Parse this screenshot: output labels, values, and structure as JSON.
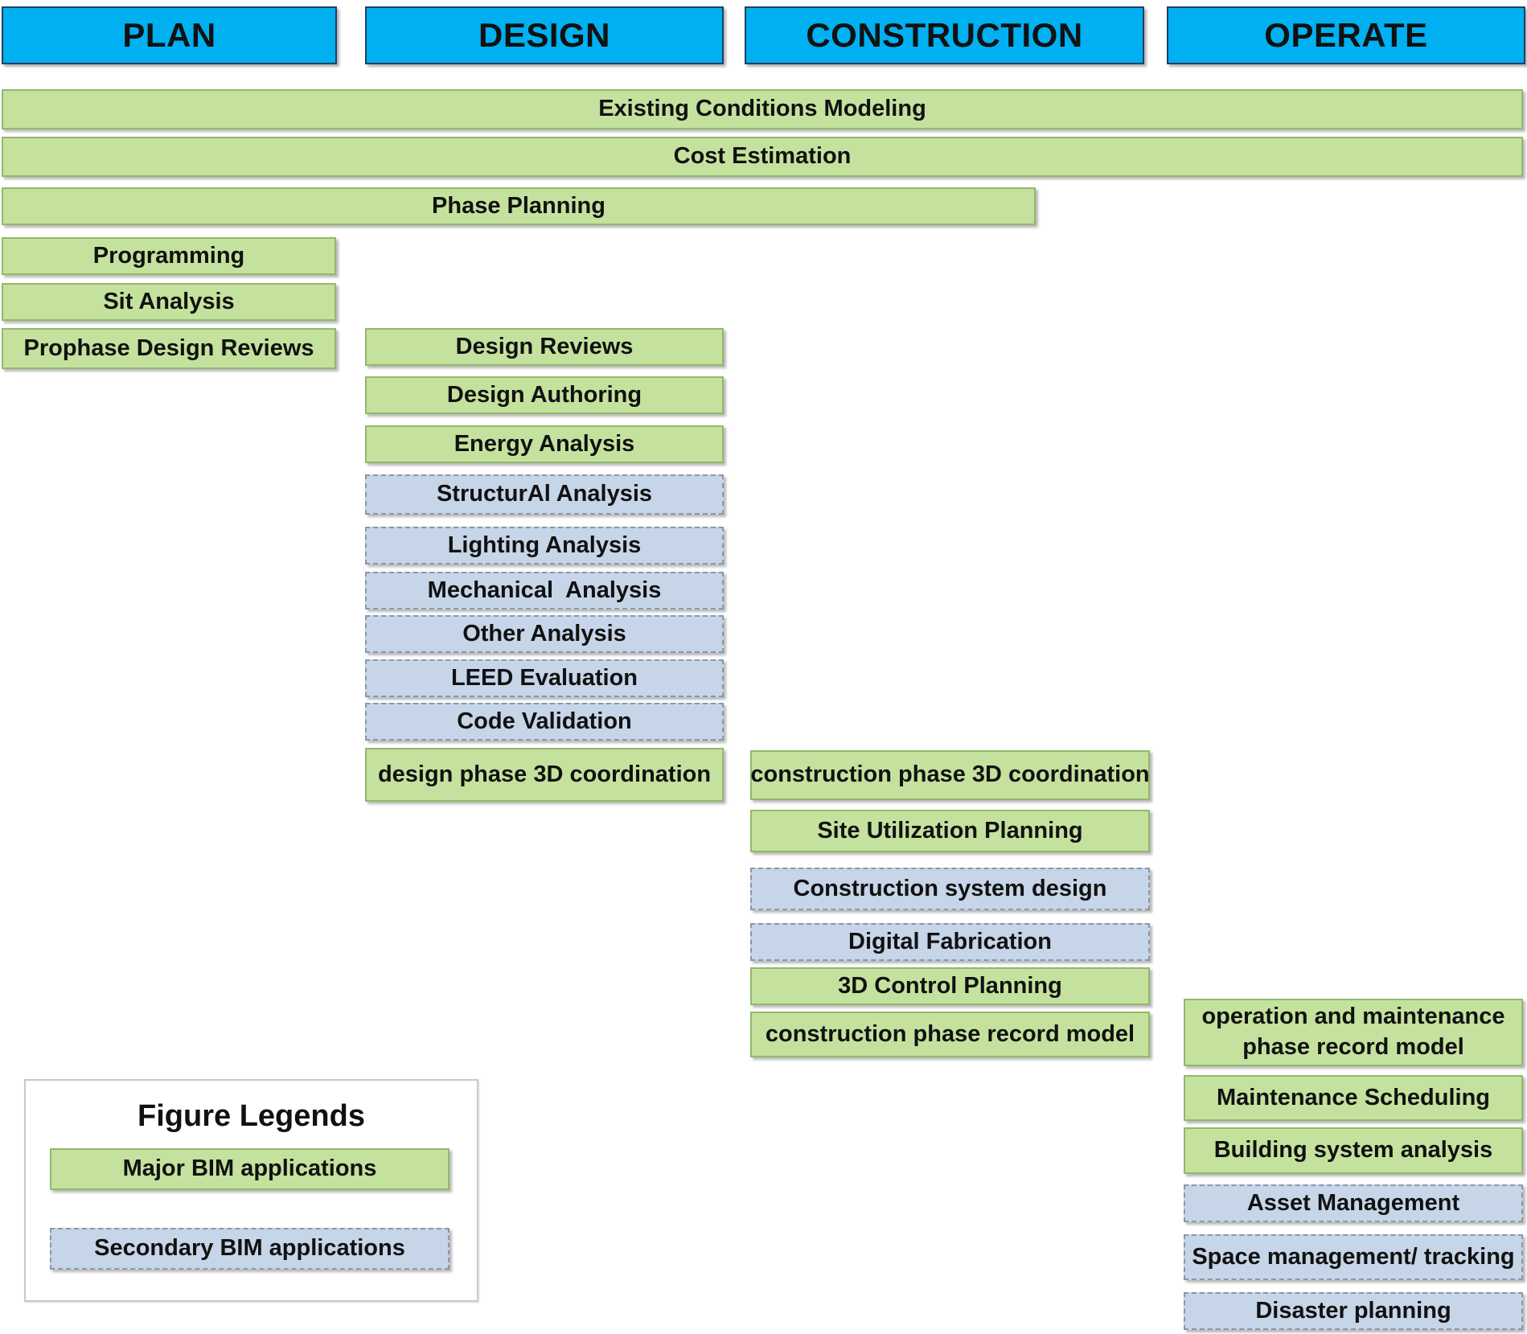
{
  "phases": {
    "plan": "PLAN",
    "design": "DESIGN",
    "construction": "CONSTRUCTION",
    "operate": "OPERATE"
  },
  "spanning": {
    "existing_conditions": "Existing Conditions Modeling",
    "cost_estimation": "Cost Estimation",
    "phase_planning": "Phase Planning"
  },
  "plan_items": {
    "programming": "Programming",
    "site_analysis": "Sit Analysis",
    "prophase_design_reviews": "Prophase Design Reviews"
  },
  "design_items": {
    "design_reviews": "Design Reviews",
    "design_authoring": "Design Authoring",
    "energy_analysis": "Energy Analysis",
    "structural_analysis": "StructurAl Analysis",
    "lighting_analysis": "Lighting Analysis",
    "mechanical_analysis": "Mechanical  Analysis",
    "other_analysis": "Other Analysis",
    "leed_evaluation": "LEED Evaluation",
    "code_validation": "Code Validation",
    "design_3d_coordination": "design phase 3D coordination"
  },
  "construction_items": {
    "construction_3d_coordination": "construction phase 3D coordination",
    "site_utilization": "Site Utilization Planning",
    "construction_system_design": "Construction system design",
    "digital_fabrication": "Digital Fabrication",
    "control_planning": "3D Control Planning",
    "record_model": "construction phase record model"
  },
  "operate_items": {
    "om_record_model_line1": "operation and maintenance",
    "om_record_model_line2": "phase record model",
    "maintenance_scheduling": "Maintenance Scheduling",
    "building_system_analysis": "Building system analysis",
    "asset_management": "Asset Management",
    "space_management": "Space management/ tracking",
    "disaster_planning": "Disaster planning"
  },
  "legend": {
    "title": "Figure Legends",
    "major": "Major BIM applications",
    "secondary": "Secondary BIM applications"
  },
  "colors": {
    "phase_header": "#00b0f0",
    "major_fill": "#c4e29d",
    "secondary_fill": "#c6d5e8"
  }
}
